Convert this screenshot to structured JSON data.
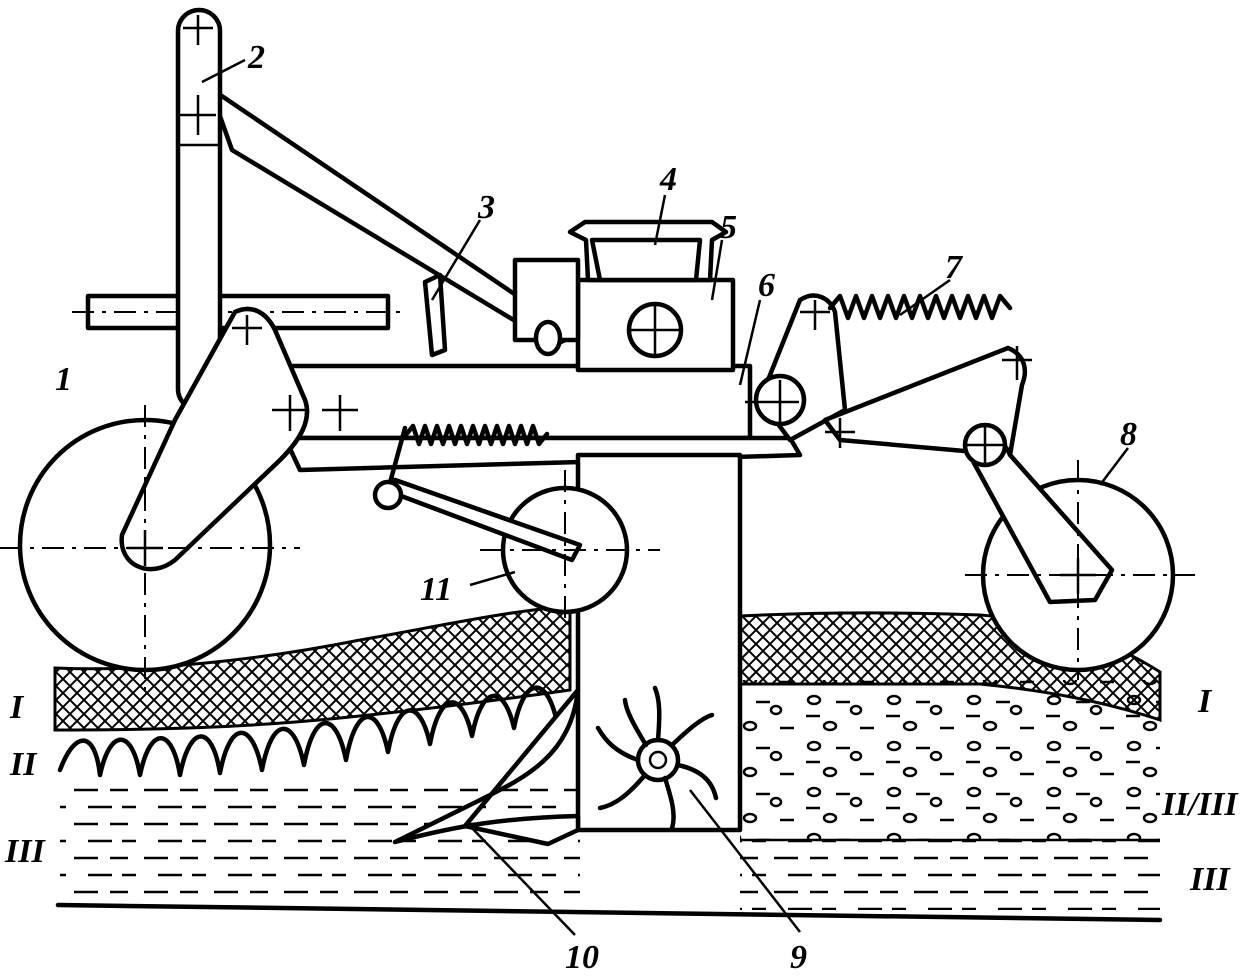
{
  "labels": {
    "l1": "1",
    "l2": "2",
    "l3": "3",
    "l4": "4",
    "l5": "5",
    "l6": "6",
    "l7": "7",
    "l8": "8",
    "l9": "9",
    "l10": "10",
    "l11": "11"
  },
  "layers": {
    "left_top": "I",
    "left_mid": "II",
    "left_bottom": "III",
    "right_top": "I",
    "right_mid": "II/III",
    "right_bottom": "III"
  }
}
